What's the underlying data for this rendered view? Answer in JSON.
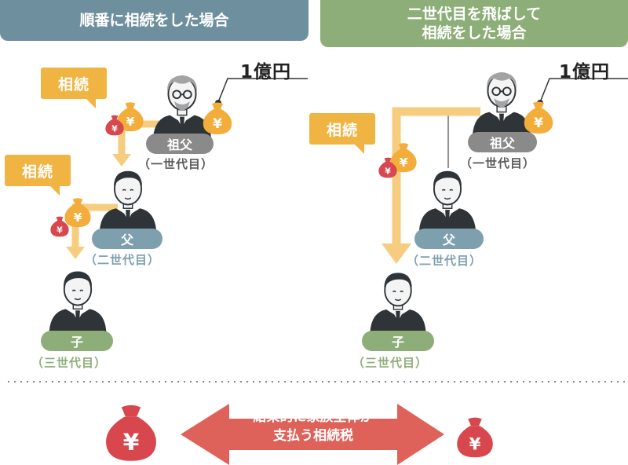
{
  "colors": {
    "header_blue": "#6e8f9d",
    "header_green": "#8dae78",
    "inheritance_orange": "#f0b442",
    "arrow_light_orange": "#f6cd7e",
    "tax_red": "#d8474d",
    "bag_orange": "#f3ad3b",
    "pill_gray": "#8a8a8a",
    "pill_blue": "#7ea0ae"
  },
  "left_panel": {
    "header": "順番に相続をした場合",
    "amount": "1億円",
    "callout_1": "相続",
    "callout_2": "相続",
    "grandfather": {
      "label": "祖父",
      "generation": "（一世代目）"
    },
    "father": {
      "label": "父",
      "generation": "（二世代目）"
    },
    "child": {
      "label": "子",
      "generation": "（三世代目）"
    }
  },
  "right_panel": {
    "header": "二世代目を飛ばして\n相続をした場合",
    "amount": "1億円",
    "callout": "相続",
    "grandfather": {
      "label": "祖父",
      "generation": "（一世代目）"
    },
    "father": {
      "label": "父",
      "generation": "（二世代目）"
    },
    "child": {
      "label": "子",
      "generation": "（三世代目）"
    }
  },
  "bottom": {
    "arrow_label": "結果的に家族全体が\n支払う相続税",
    "yen_symbol": "¥"
  },
  "icons": [
    "grandfather-icon",
    "father-icon",
    "child-icon",
    "money-bag-icon",
    "tax-bag-icon",
    "double-arrow-icon"
  ]
}
